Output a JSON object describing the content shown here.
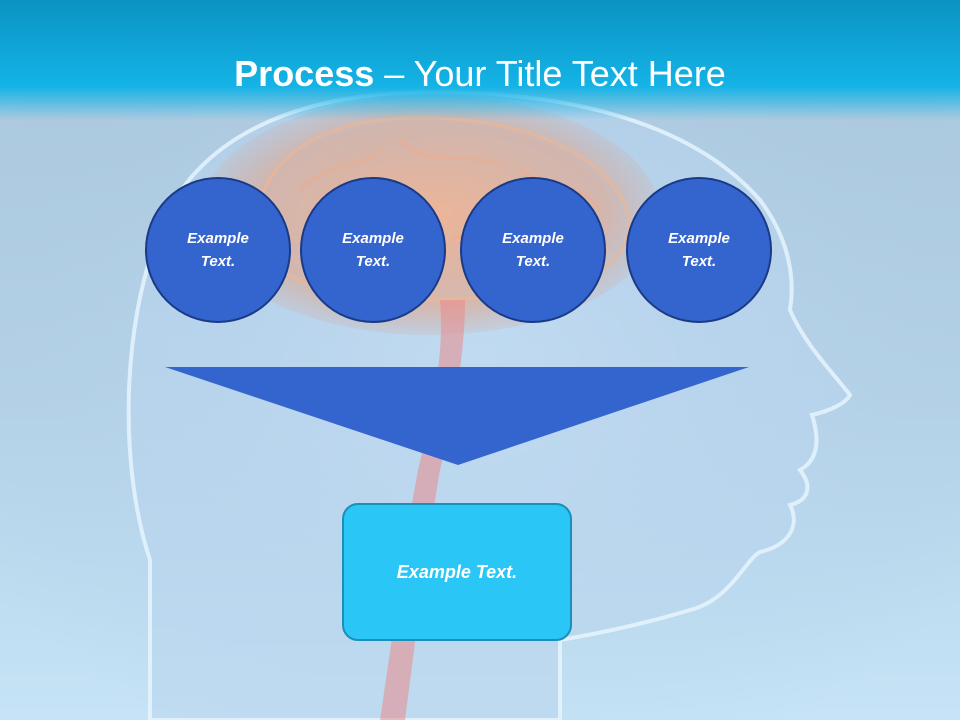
{
  "slide": {
    "title_strong": "Process",
    "title_separator": " – ",
    "title_rest": "Your Title Text Here"
  },
  "process": {
    "steps": [
      {
        "label": "Example Text."
      },
      {
        "label": "Example Text."
      },
      {
        "label": "Example Text."
      },
      {
        "label": "Example Text."
      }
    ],
    "result": {
      "label": "Example Text."
    }
  },
  "colors": {
    "title_band": "#14b3e6",
    "circle_fill": "#3465cf",
    "circle_border": "#1a3a86",
    "funnel_fill": "#3465cf",
    "result_fill": "#29c6f6",
    "text": "#ffffff"
  },
  "background": {
    "image": "head-anatomy-illustration"
  }
}
